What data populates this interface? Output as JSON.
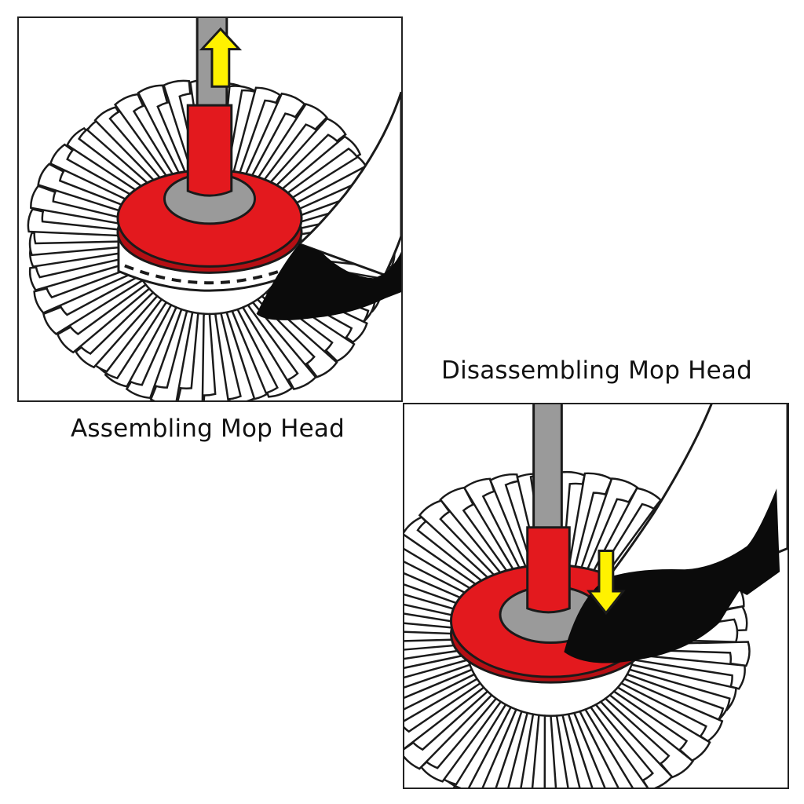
{
  "captions": {
    "assemble": "Assembling Mop Head",
    "disassemble": "Disassembling Mop Head"
  },
  "arrows": {
    "assemble": "up",
    "disassemble": "down"
  },
  "icons": {
    "arrow_up": "arrow-up-icon",
    "arrow_down": "arrow-down-icon",
    "shoe": "high-heel-shoe-icon"
  },
  "colors": {
    "mop_plate_red": "#e3191e",
    "mop_plate_dark_red": "#b50f14",
    "handle_gray": "#9a9a9a",
    "arrow_yellow": "#fff200",
    "shoe_black": "#0b0b0b",
    "strand_outline": "#1a1a1a"
  }
}
